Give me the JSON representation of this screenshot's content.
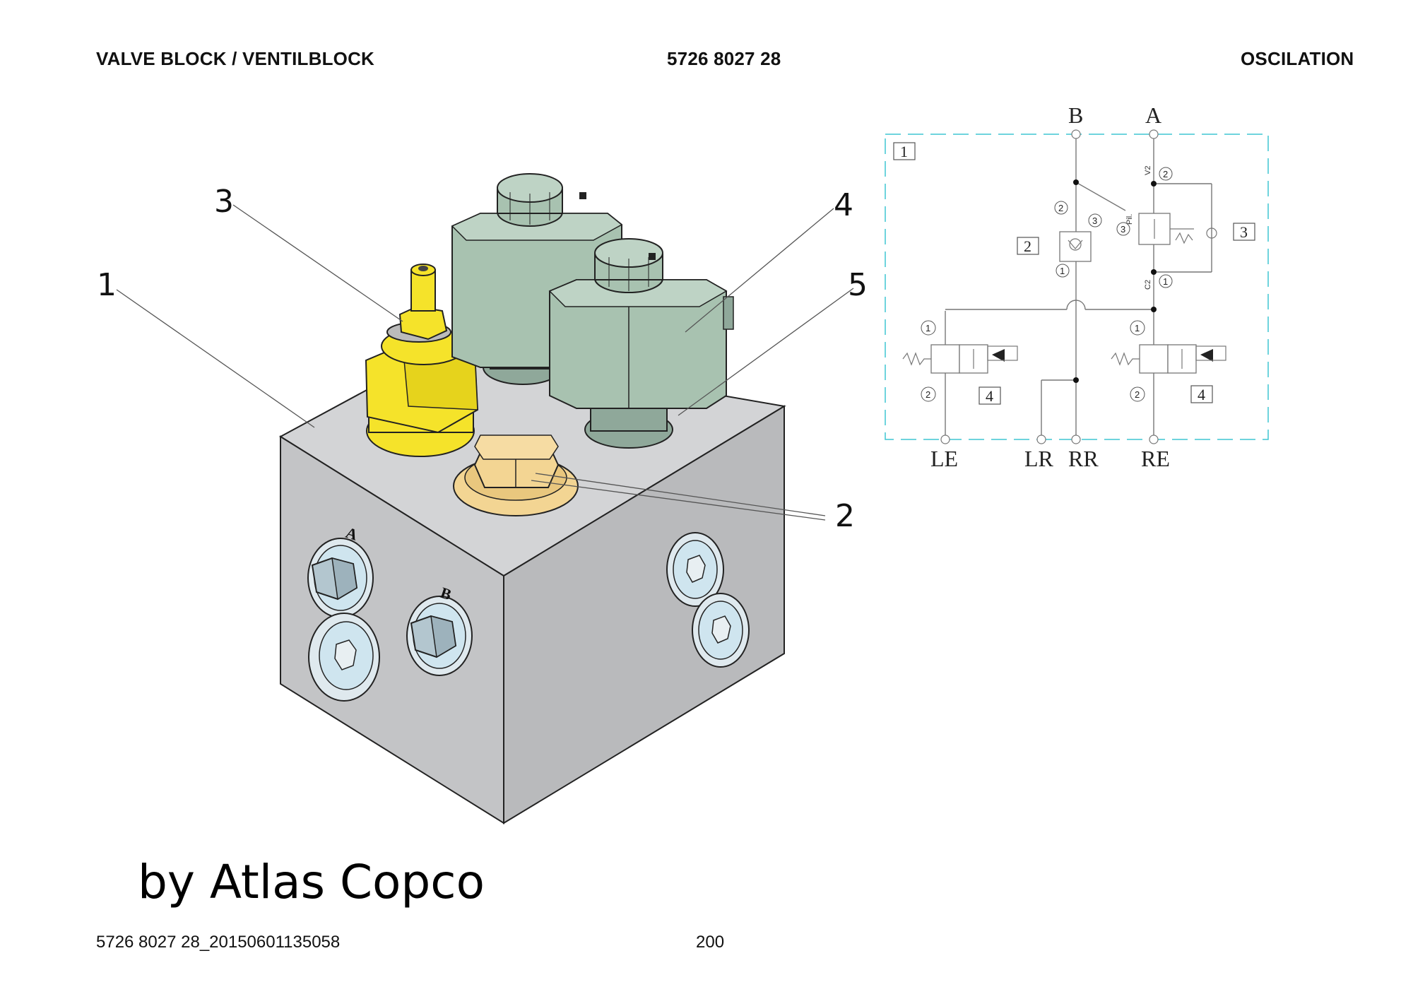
{
  "header": {
    "left_title": "VALVE BLOCK / VENTILBLOCK",
    "center_number": "5726 8027 28",
    "right_title": "OSCILATION"
  },
  "drawing": {
    "callouts": [
      "1",
      "2",
      "3",
      "4",
      "5"
    ],
    "face_markings": {
      "port_a": "A",
      "port_b": "B"
    },
    "colors": {
      "block": "#c3c4c6",
      "coil": "#a8c2b0",
      "relief_valve": "#f5e32a",
      "plug": "#f3d593",
      "washer": "#cfe5ef"
    }
  },
  "schematic": {
    "ports_top": [
      "B",
      "A"
    ],
    "ports_bottom": [
      "LE",
      "LR",
      "RR",
      "RE"
    ],
    "component_boxes": [
      "1",
      "2",
      "3",
      "4",
      "4"
    ],
    "small_labels": {
      "v2": "V2",
      "pil": "Pil.",
      "c2": "C2"
    },
    "circle_numbers": [
      "2",
      "2",
      "3",
      "3",
      "1",
      "1",
      "1",
      "1",
      "2",
      "2"
    ]
  },
  "watermark": "by Atlas Copco",
  "footer": {
    "file_id": "5726 8027 28_20150601135058",
    "page_number": "200"
  }
}
